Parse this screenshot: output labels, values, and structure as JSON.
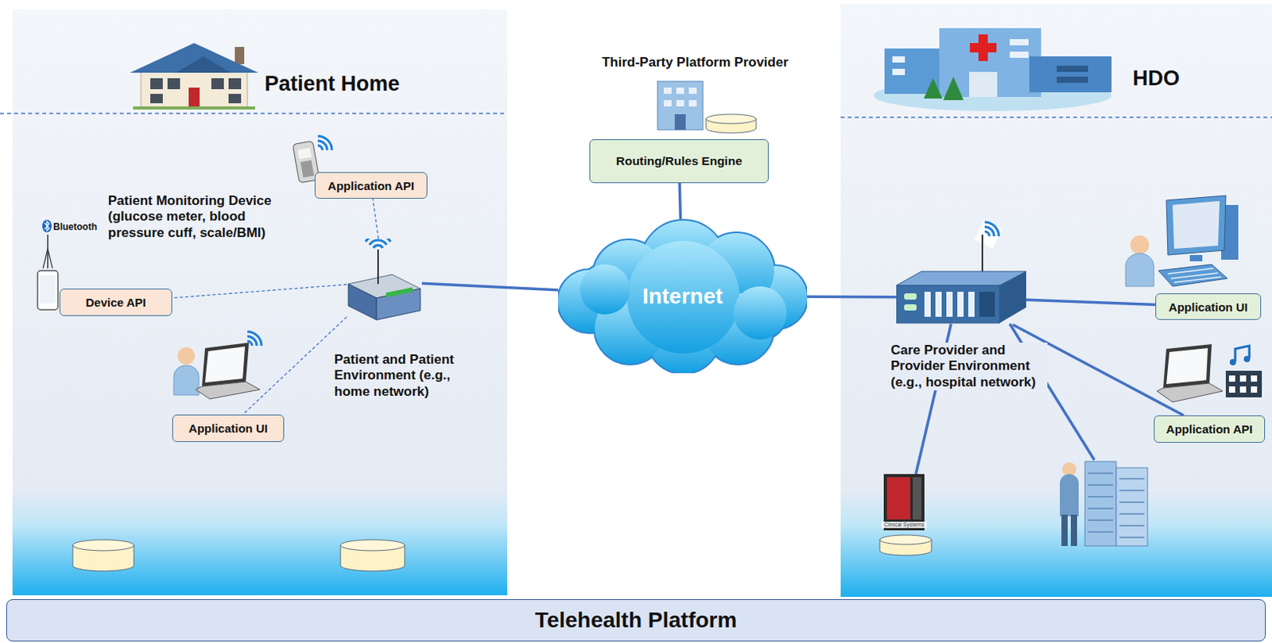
{
  "diagram": {
    "nodes": [
      {
        "text": [
          "Patient Home"
        ]
      },
      {
        "text": [
          "Application API"
        ],
        "in": 0
      },
      {
        "text": [
          "Device API"
        ],
        "in": 0
      },
      {
        "text": [
          "Patient and Patient Environment (e.g., home network)"
        ],
        "in": 0
      },
      {
        "text": [
          "Application UI"
        ],
        "in": 0
      },
      {
        "text": [
          "Routing/Rules Engine"
        ]
      },
      {
        "text": [
          "Internet"
        ]
      },
      {
        "text": [
          "HDO"
        ]
      },
      {
        "text": [
          "Care Provider and Provider Environment (e.g., hospital network)"
        ],
        "in": 7
      },
      {
        "text": [
          "Application UI"
        ],
        "in": 7
      },
      {
        "text": [
          "Application API"
        ],
        "in": 7
      },
      {
        "text": [
          "Telehealth Platform"
        ]
      }
    ],
    "edges": [
      {
        "from": 3,
        "to": 1,
        "arrow": "none"
      },
      {
        "from": 3,
        "to": 2,
        "arrow": "none"
      },
      {
        "from": 3,
        "to": 4,
        "arrow": "none"
      },
      {
        "from": 5,
        "to": 6,
        "arrow": "none"
      },
      {
        "from": 3,
        "to": 6,
        "arrow": "none"
      },
      {
        "from": 6,
        "to": 8,
        "arrow": "none"
      },
      {
        "from": 8,
        "to": 9,
        "arrow": "none"
      },
      {
        "from": 8,
        "to": 10,
        "arrow": "none"
      }
    ],
    "labels": [
      "Third-Party Platform Provider",
      "Patient Monitoring Device (glucose meter, blood pressure cuff, scale/BMI)",
      "Bluetooth",
      "Clinical Systems"
    ]
  }
}
